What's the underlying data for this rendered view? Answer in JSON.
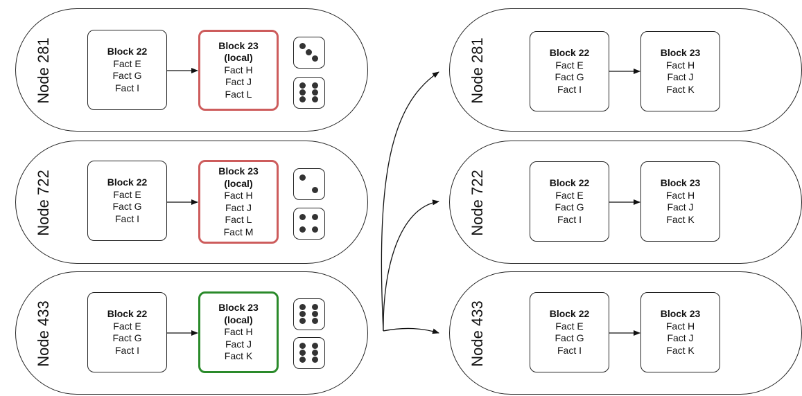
{
  "left_nodes": [
    {
      "label": "Node 281",
      "block_a": {
        "title": "Block 22",
        "facts": [
          "Fact E",
          "Fact G",
          "Fact I"
        ]
      },
      "block_b": {
        "title": "Block 23",
        "sub": "(local)",
        "facts": [
          "Fact H",
          "Fact J",
          "Fact L"
        ],
        "status": "red"
      },
      "dice": [
        3,
        6
      ]
    },
    {
      "label": "Node 722",
      "block_a": {
        "title": "Block 22",
        "facts": [
          "Fact E",
          "Fact G",
          "Fact I"
        ]
      },
      "block_b": {
        "title": "Block 23",
        "sub": "(local)",
        "facts": [
          "Fact H",
          "Fact J",
          "Fact L",
          "Fact M"
        ],
        "status": "red"
      },
      "dice": [
        2,
        4
      ]
    },
    {
      "label": "Node 433",
      "block_a": {
        "title": "Block 22",
        "facts": [
          "Fact E",
          "Fact G",
          "Fact I"
        ]
      },
      "block_b": {
        "title": "Block 23",
        "sub": "(local)",
        "facts": [
          "Fact H",
          "Fact J",
          "Fact K"
        ],
        "status": "green"
      },
      "dice": [
        6,
        6
      ]
    }
  ],
  "right_nodes": [
    {
      "label": "Node 281",
      "block_a": {
        "title": "Block 22",
        "facts": [
          "Fact E",
          "Fact G",
          "Fact I"
        ]
      },
      "block_b": {
        "title": "Block 23",
        "facts": [
          "Fact H",
          "Fact J",
          "Fact K"
        ]
      }
    },
    {
      "label": "Node 722",
      "block_a": {
        "title": "Block 22",
        "facts": [
          "Fact E",
          "Fact G",
          "Fact I"
        ]
      },
      "block_b": {
        "title": "Block 23",
        "facts": [
          "Fact H",
          "Fact J",
          "Fact K"
        ]
      }
    },
    {
      "label": "Node 433",
      "block_a": {
        "title": "Block 22",
        "facts": [
          "Fact E",
          "Fact G",
          "Fact I"
        ]
      },
      "block_b": {
        "title": "Block 23",
        "facts": [
          "Fact H",
          "Fact J",
          "Fact K"
        ]
      }
    }
  ],
  "colors": {
    "invalid_block": "#cd5c5c",
    "valid_block": "#2a8a2a"
  }
}
